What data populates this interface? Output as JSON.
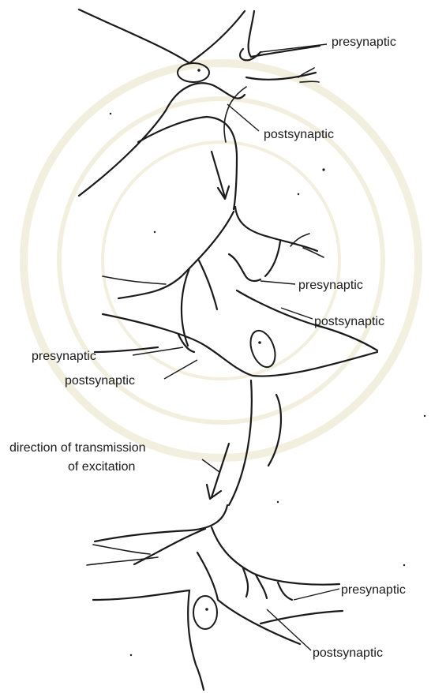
{
  "labels": {
    "presynaptic_1": "presynaptic",
    "postsynaptic_1": "postsynaptic",
    "presynaptic_2": "presynaptic",
    "postsynaptic_2": "postsynaptic",
    "presynaptic_3": "presynaptic",
    "postsynaptic_3": "postsynaptic",
    "direction_line1": "direction of transmission",
    "direction_line2": "of excitation",
    "presynaptic_4": "presynaptic",
    "postsynaptic_4": "postsynaptic"
  },
  "colors": {
    "ink": "#1a1a1a",
    "watermark": "#f1ecd8",
    "background": "#ffffff"
  }
}
